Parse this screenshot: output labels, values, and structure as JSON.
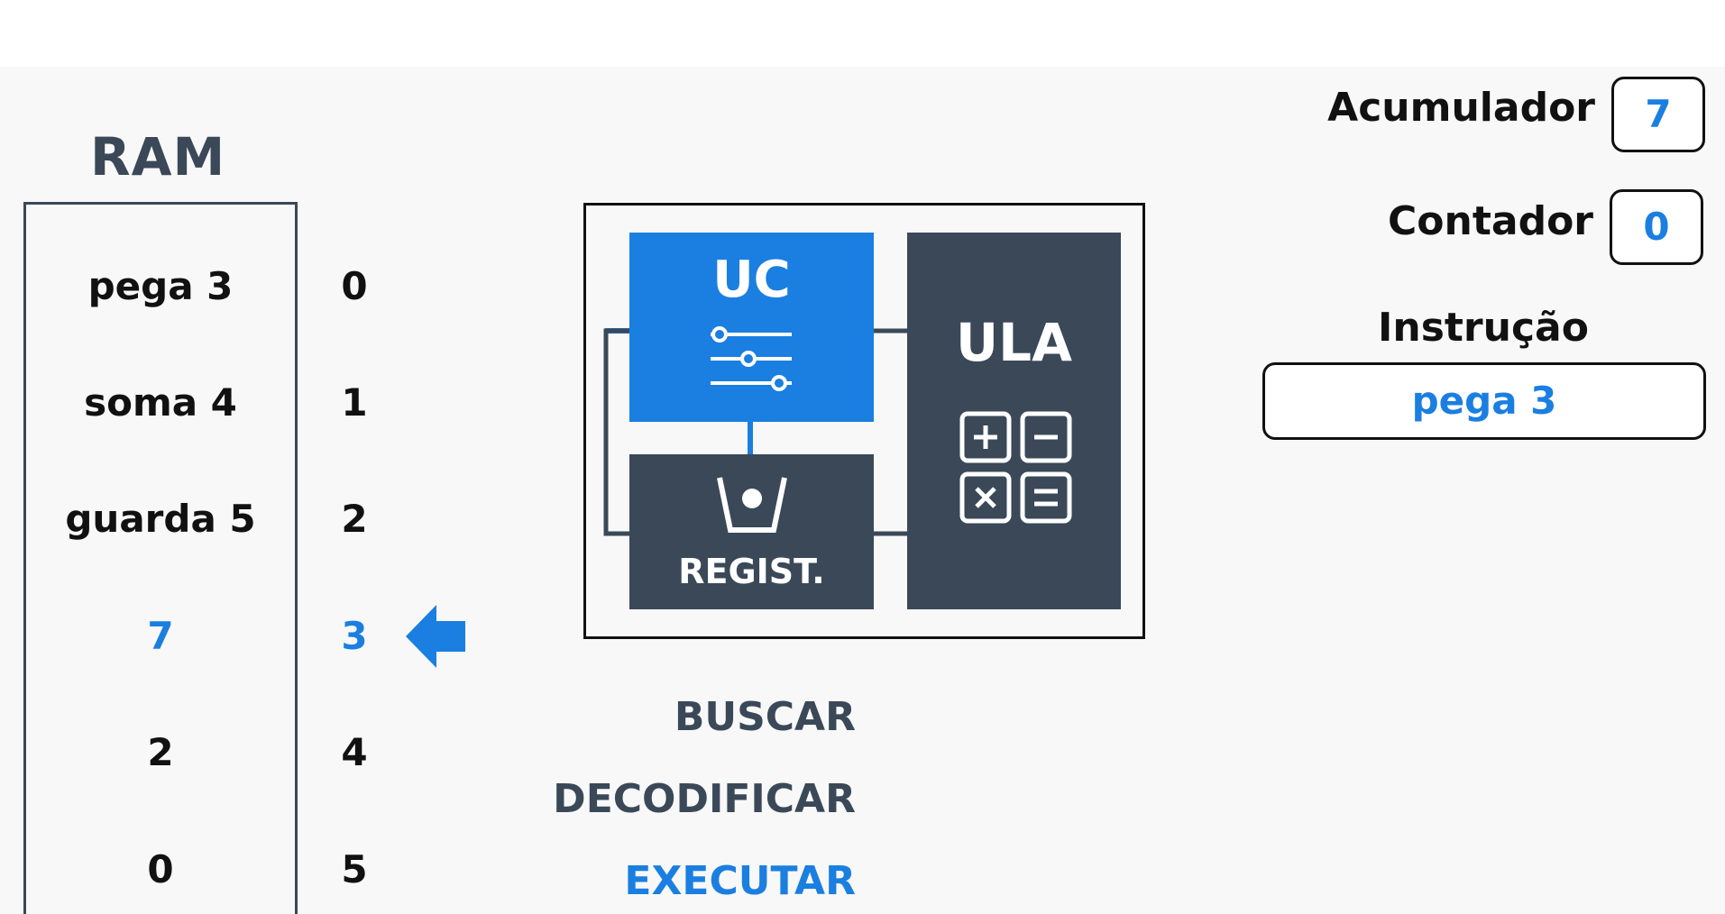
{
  "ram": {
    "title": "RAM",
    "cells": [
      {
        "value": "pega 3",
        "address": "0"
      },
      {
        "value": "soma 4",
        "address": "1"
      },
      {
        "value": "guarda 5",
        "address": "2"
      },
      {
        "value": "7",
        "address": "3"
      },
      {
        "value": "2",
        "address": "4"
      },
      {
        "value": "0",
        "address": "5"
      }
    ],
    "highlighted_address": "3",
    "pointer_icon": "arrow-left-icon"
  },
  "cpu": {
    "uc_label": "UC",
    "uc_icon": "sliders-icon",
    "register_label": "REGIST.",
    "register_icon": "cup-icon",
    "ula_label": "ULA",
    "ula_icon": "calculator-icon"
  },
  "phases": {
    "fetch": "BUSCAR",
    "decode": "DECODIFICAR",
    "execute": "EXECUTAR",
    "active": "EXECUTAR"
  },
  "registers": {
    "accumulator_label": "Acumulador",
    "accumulator_value": "7",
    "counter_label": "Contador",
    "counter_value": "0",
    "instruction_label": "Instrução",
    "instruction_value": "pega 3"
  },
  "colors": {
    "accent": "#1a7fe0",
    "dark": "#3a4858",
    "background": "#f8f8f8"
  }
}
